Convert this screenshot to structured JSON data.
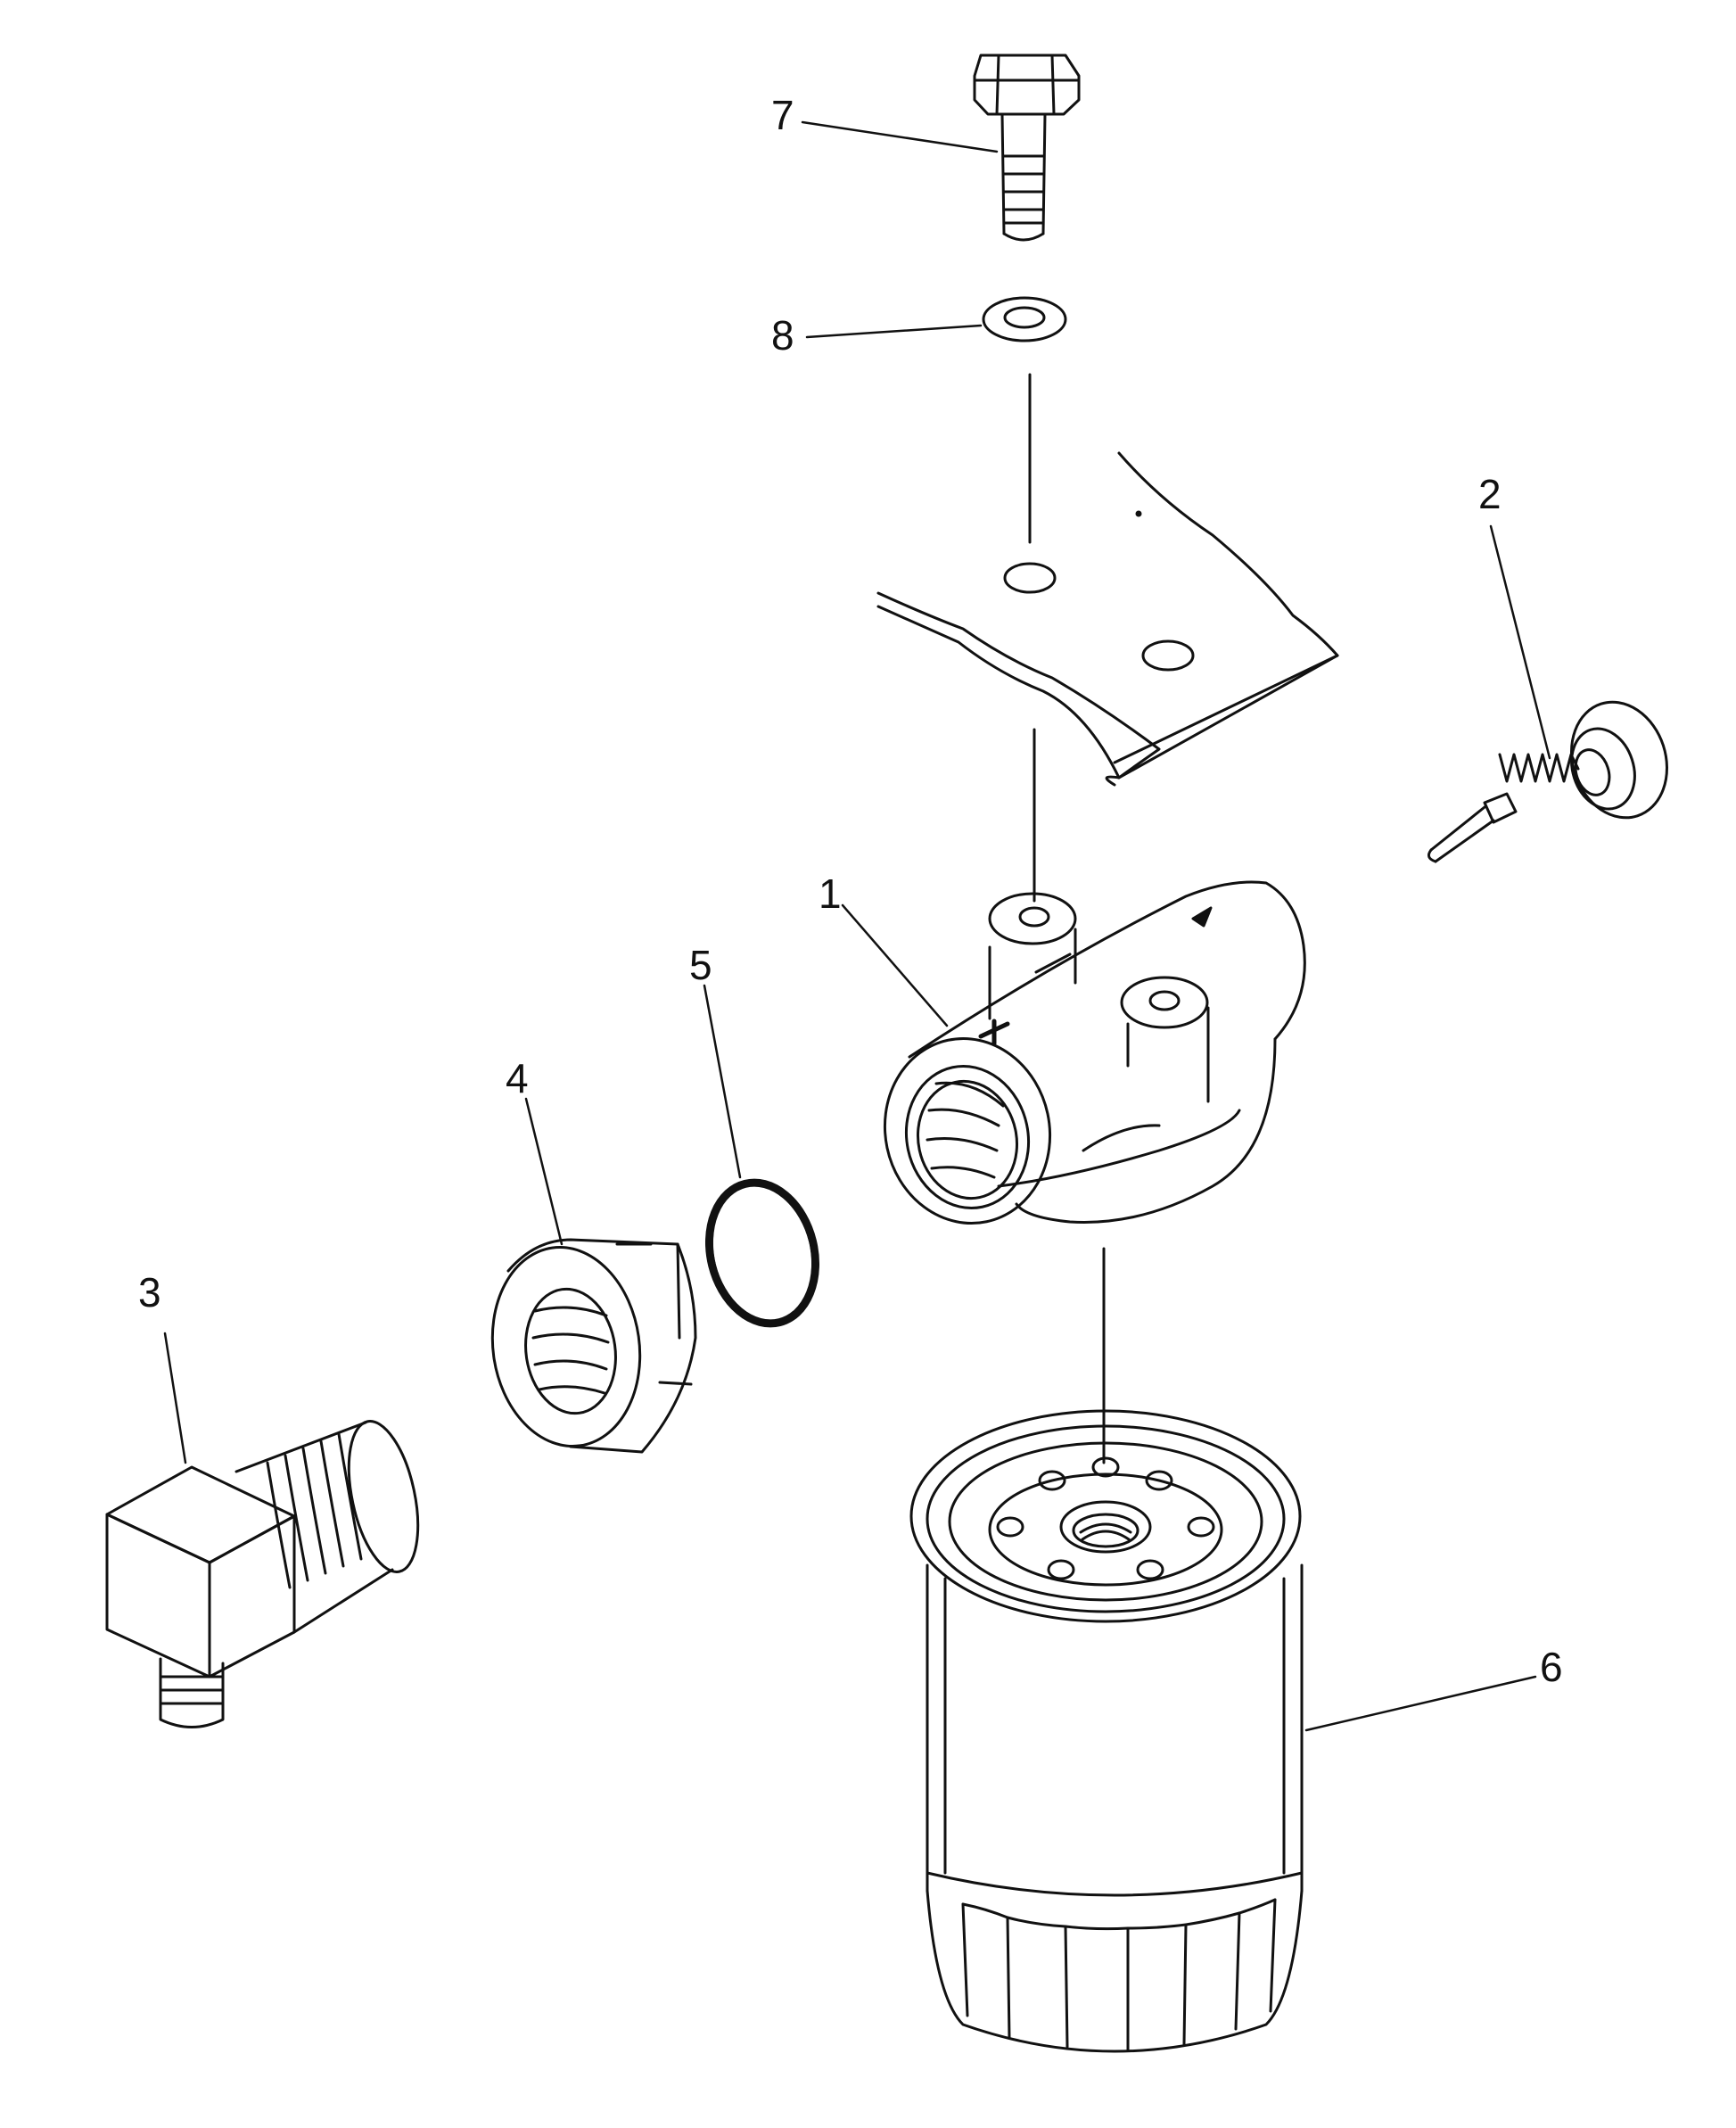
{
  "diagram": {
    "callouts": [
      {
        "id": "1",
        "label": "1"
      },
      {
        "id": "2",
        "label": "2"
      },
      {
        "id": "3",
        "label": "3"
      },
      {
        "id": "4",
        "label": "4"
      },
      {
        "id": "5",
        "label": "5"
      },
      {
        "id": "6",
        "label": "6"
      },
      {
        "id": "7",
        "label": "7"
      },
      {
        "id": "8",
        "label": "8"
      }
    ],
    "colors": {
      "ink": "#111111",
      "paper": "#ffffff"
    }
  }
}
